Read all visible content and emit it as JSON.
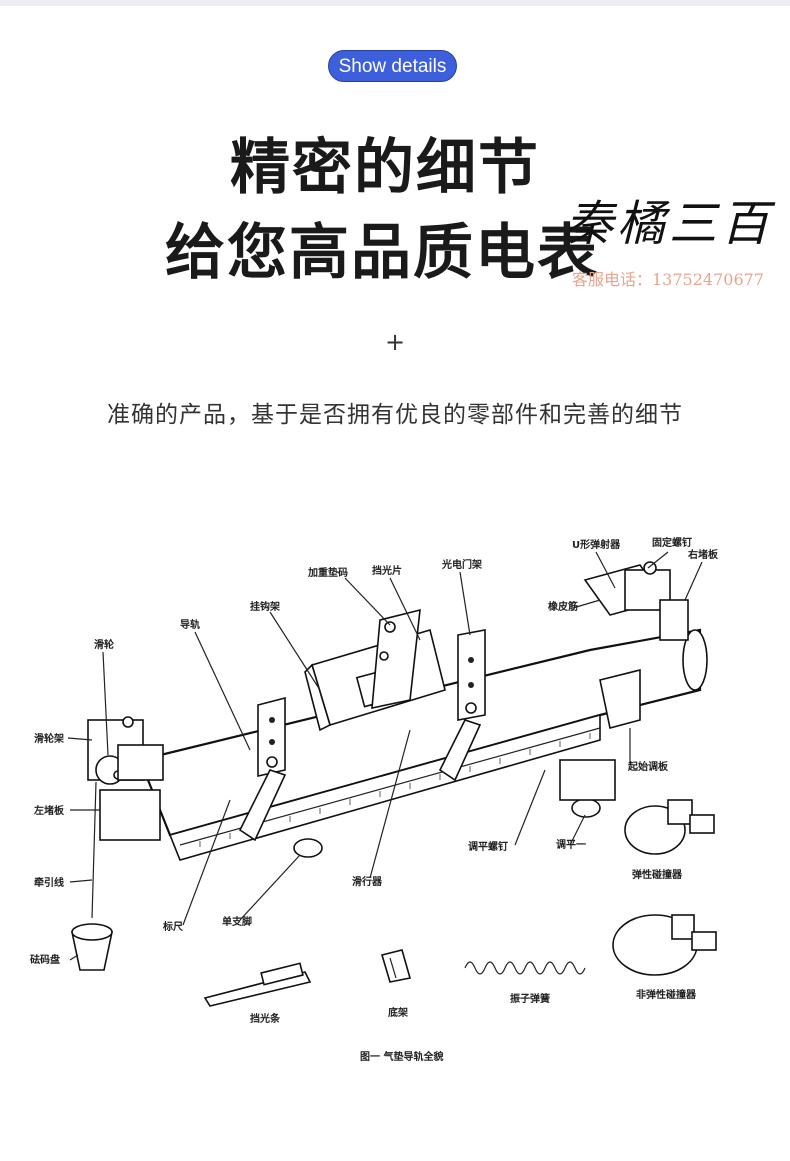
{
  "header": {
    "show_details_label": "Show details",
    "title_line1": "精密的细节",
    "title_line2": "给您高品质电表",
    "brand_text": "秦橘三百",
    "phone_text": "客服电话：13752470677",
    "plus": "+",
    "subtitle": "准确的产品，基于是否拥有优良的零部件和完善的细节"
  },
  "diagram": {
    "labels": {
      "u_shape": "U形弹射器",
      "fixed_screw": "固定螺钉",
      "right_board": "右堵板",
      "weight": "加重垫码",
      "shade": "挡光片",
      "photogate": "光电门架",
      "hook": "挂钩架",
      "rail": "导轨",
      "rubber": "橡皮筋",
      "pulley": "滑轮",
      "pulley_frame": "滑轮架",
      "left_board": "左堵板",
      "rope": "牵引线",
      "weight_tray": "砝码盘",
      "ruler": "标尺",
      "single_foot": "单支脚",
      "slider": "滑行器",
      "level_screw": "调平螺钉",
      "level_foot": "调平一",
      "start_block": "起始调板",
      "elastic_bumper": "弹性碰撞器",
      "inelastic_bumper": "非弹性碰撞器",
      "spring": "振子弹簧",
      "base_frame": "底架",
      "shade_strip": "挡光条"
    },
    "caption": "图一  气垫导轨全貌"
  }
}
